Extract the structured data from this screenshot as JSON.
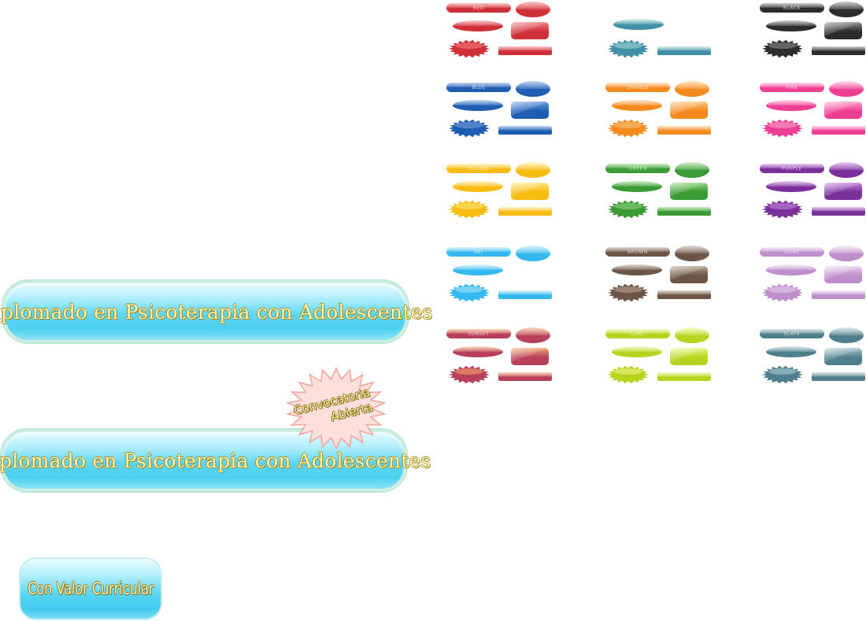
{
  "banners": {
    "first_label": "Diplomado en Psicoterapia con Adolescentes",
    "second_label": "Diplomado en Psicoterapia con Adolescentes"
  },
  "starburst": {
    "line1": "Convocatoria",
    "line2": "Abierta",
    "fill": "#fde0dc",
    "stroke": "#f2a49a"
  },
  "small_button": {
    "label": "Con Valor Curricular"
  },
  "swatches": [
    {
      "name": "red",
      "label": "RED",
      "color": "#cf3038",
      "light": "#f07c80"
    },
    {
      "name": "teal",
      "label": "",
      "color": "#3f8fa6",
      "light": "#9fd6d2"
    },
    {
      "name": "black",
      "label": "BLACK",
      "color": "#2c2c2c",
      "light": "#8a8a8a"
    },
    {
      "name": "blue",
      "label": "BLUE",
      "color": "#1f5db2",
      "light": "#6f9ee0"
    },
    {
      "name": "orange",
      "label": "ORANGE",
      "color": "#f58a1f",
      "light": "#ffc27a"
    },
    {
      "name": "pink",
      "label": "PINK",
      "color": "#ee3f95",
      "light": "#ff9fcb"
    },
    {
      "name": "yellow",
      "label": "YELLOW",
      "color": "#f7bb12",
      "light": "#ffe377"
    },
    {
      "name": "green",
      "label": "GREEN",
      "color": "#3a9a34",
      "light": "#8fd27f"
    },
    {
      "name": "purple",
      "label": "PURPLE",
      "color": "#7a2f9a",
      "light": "#c487dc"
    },
    {
      "name": "sky",
      "label": "SKY",
      "color": "#33b8ef",
      "light": "#a8e4fb"
    },
    {
      "name": "brown",
      "label": "BROWN",
      "color": "#6b5546",
      "light": "#b8a393"
    },
    {
      "name": "lilac",
      "label": "LILAC",
      "color": "#bf8fcc",
      "light": "#e8d1ee"
    },
    {
      "name": "sunset",
      "label": "SUNSET",
      "color": "#b8405d",
      "light": "#f2a46a"
    },
    {
      "name": "lime",
      "label": "LIME",
      "color": "#b6d41d",
      "light": "#e9f58a"
    },
    {
      "name": "slate",
      "label": "SLATE",
      "color": "#4f7f8c",
      "light": "#a9c9d0"
    }
  ]
}
